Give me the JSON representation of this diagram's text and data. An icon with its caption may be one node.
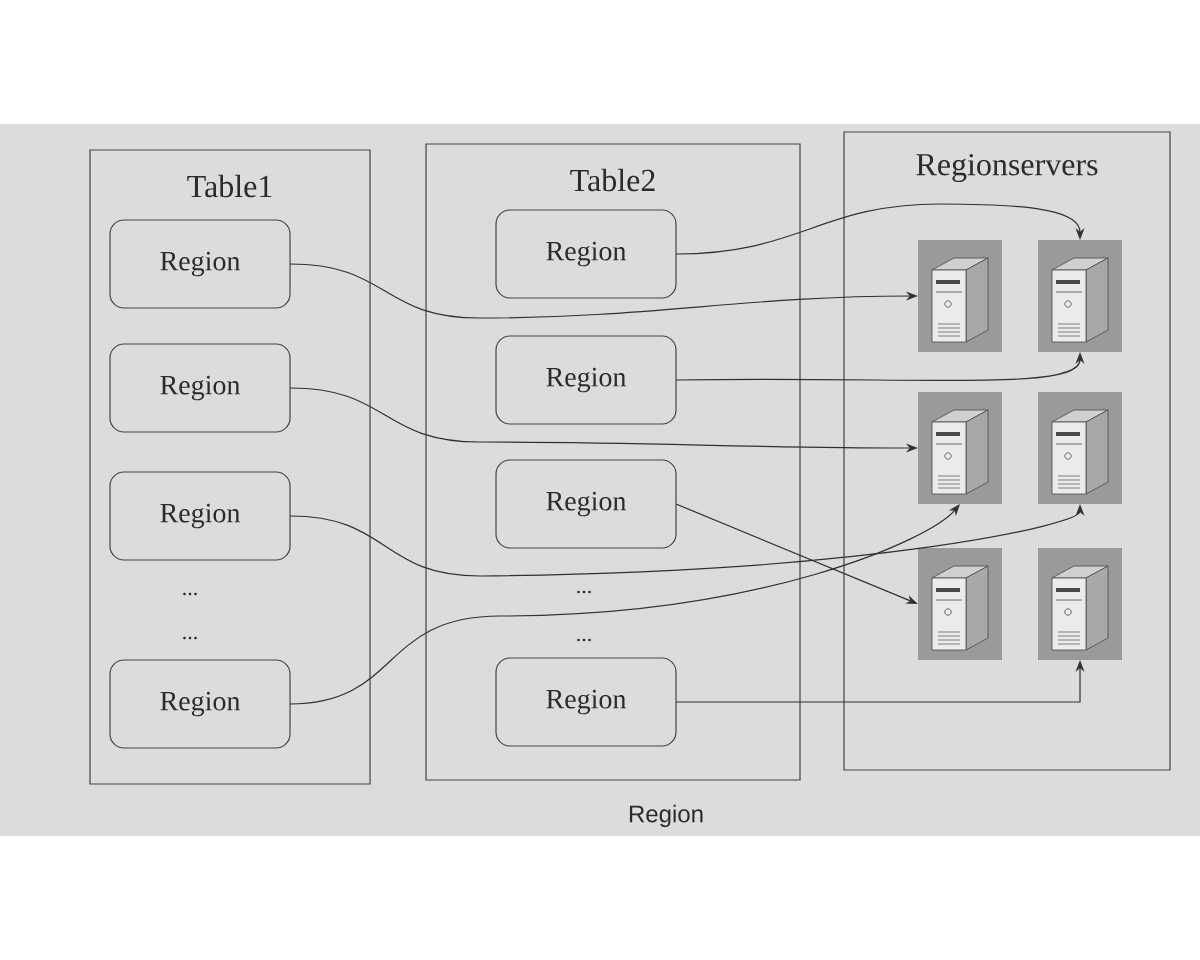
{
  "diagram": {
    "caption": "Region",
    "nodes": [
      {
        "text": [
          "Table1"
        ]
      },
      {
        "text": [
          "Region"
        ],
        "in": 0
      },
      {
        "text": [
          "Region"
        ],
        "in": 0
      },
      {
        "text": [
          "Region"
        ],
        "in": 0
      },
      {
        "text": [
          "Region"
        ],
        "in": 0
      },
      {
        "text": [
          "Table2"
        ]
      },
      {
        "text": [
          "Region"
        ],
        "in": 5
      },
      {
        "text": [
          "Region"
        ],
        "in": 5
      },
      {
        "text": [
          "Region"
        ],
        "in": 5
      },
      {
        "text": [
          "Region"
        ],
        "in": 5
      },
      {
        "text": [
          "Regionservers"
        ]
      },
      {
        "text": [],
        "shape": "server",
        "in": 10
      },
      {
        "text": [],
        "shape": "server",
        "in": 10
      },
      {
        "text": [],
        "shape": "server",
        "in": 10
      },
      {
        "text": [],
        "shape": "server",
        "in": 10
      },
      {
        "text": [],
        "shape": "server",
        "in": 10
      },
      {
        "text": [],
        "shape": "server",
        "in": 10
      }
    ],
    "edges": [
      {
        "from": 1,
        "to": 11,
        "arrow": "to"
      },
      {
        "from": 2,
        "to": 13,
        "arrow": "to"
      },
      {
        "from": 3,
        "to": 14,
        "arrow": "to"
      },
      {
        "from": 4,
        "to": 13,
        "arrow": "to"
      },
      {
        "from": 6,
        "to": 12,
        "arrow": "to"
      },
      {
        "from": 7,
        "to": 12,
        "arrow": "to"
      },
      {
        "from": 8,
        "to": 15,
        "arrow": "to"
      },
      {
        "from": 9,
        "to": 16,
        "arrow": "to"
      }
    ],
    "labels": [
      "...",
      "...",
      "...",
      "..."
    ]
  }
}
